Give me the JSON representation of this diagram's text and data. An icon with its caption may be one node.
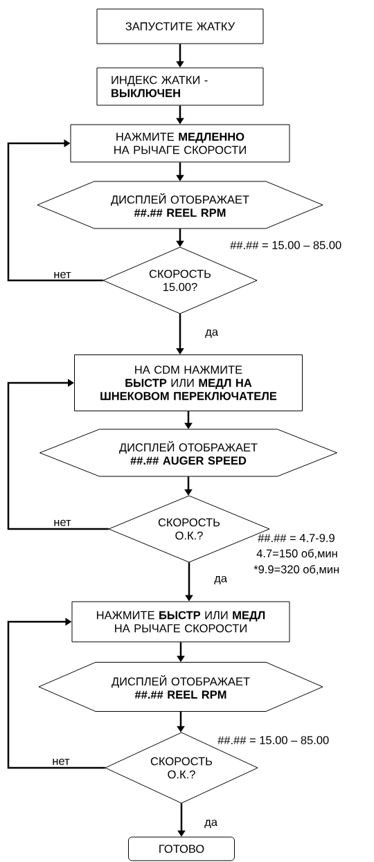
{
  "diagram": {
    "nodes": [
      {
        "text": [
          "ЗАПУСТИТЕ ЖАТКУ"
        ]
      },
      {
        "text": [
          "ИНДЕКС ЖАТКИ - **ВЫКЛЮЧЕН**"
        ]
      },
      {
        "text": [
          "НАЖМИТЕ **МЕДЛЕННО** НА РЫЧАГЕ СКОРОСТИ"
        ]
      },
      {
        "text": [
          "ДИСПЛЕЙ ОТОБРАЖАЕТ **##.## REEL RPM**"
        ]
      },
      {
        "text": [
          "СКОРОСТЬ 15.00?"
        ]
      },
      {
        "text": [
          "НА CDM НАЖМИТЕ **БЫСТР** ИЛИ **МЕДЛ НА ШНЕКОВОМ ПЕРЕКЛЮЧАТЕЛЕ**"
        ]
      },
      {
        "text": [
          "ДИСПЛЕЙ ОТОБРАЖАЕТ **##.## AUGER SPEED**"
        ]
      },
      {
        "text": [
          "СКОРОСТЬ О.К.?"
        ]
      },
      {
        "text": [
          "НАЖМИТЕ **БЫСТР** ИЛИ **МЕДЛ** НА РЫЧАГЕ СКОРОСТИ"
        ]
      },
      {
        "text": [
          "ДИСПЛЕЙ ОТОБРАЖАЕТ **##.## REEL RPM**"
        ]
      },
      {
        "text": [
          "СКОРОСТЬ О.К.?"
        ]
      },
      {
        "text": [
          "ГОТОВО"
        ]
      }
    ],
    "edges": [
      {
        "from": 0,
        "to": 1,
        "arrow": "to"
      },
      {
        "from": 1,
        "to": 2,
        "arrow": "to"
      },
      {
        "from": 2,
        "to": 3,
        "arrow": "to"
      },
      {
        "from": 3,
        "to": 4,
        "arrow": "to"
      },
      {
        "from": 4,
        "to": 2,
        "arrow": "to",
        "label": "нет"
      },
      {
        "from": 4,
        "to": 5,
        "arrow": "to",
        "label": "да"
      },
      {
        "from": 5,
        "to": 6,
        "arrow": "to"
      },
      {
        "from": 6,
        "to": 7,
        "arrow": "to"
      },
      {
        "from": 7,
        "to": 5,
        "arrow": "to",
        "label": "нет"
      },
      {
        "from": 7,
        "to": 8,
        "arrow": "to",
        "label": "да"
      },
      {
        "from": 8,
        "to": 9,
        "arrow": "to"
      },
      {
        "from": 9,
        "to": 10,
        "arrow": "to"
      },
      {
        "from": 10,
        "to": 8,
        "arrow": "to",
        "label": "нет"
      },
      {
        "from": 10,
        "to": 11,
        "arrow": "to",
        "label": "да"
      }
    ],
    "labels": [
      "##.## = 15.00 – 85.00",
      "##.## = 4.7-9.9",
      "4.7=150 об,мин",
      "*9.9=320 об,мин",
      "##.## = 15.00 – 85.00"
    ]
  }
}
